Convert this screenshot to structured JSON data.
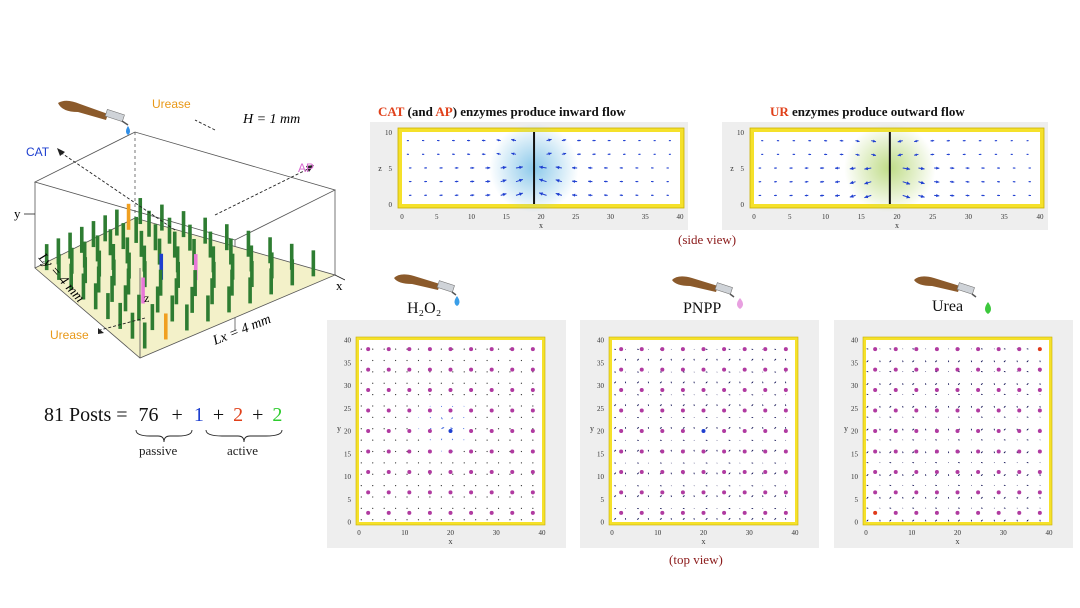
{
  "schematic": {
    "height_label": "H = 1 mm",
    "lx_label": "Lx = 4 mm",
    "ly_label": "Ly = 4 mm",
    "labels": {
      "urease_top": "Urease",
      "urease_bottom": "Urease",
      "cat": "CAT",
      "ap": "AP",
      "x_axis": "x",
      "y_axis": "y",
      "z_axis": "z"
    },
    "colors": {
      "urease": "#f0a020",
      "cat": "#1e3fcf",
      "ap": "#e878d8",
      "passive": "#2e7d32",
      "floor": "#f3f1c9"
    }
  },
  "equation": {
    "prefix": "81 Posts =",
    "passive_count": "76",
    "plus1": "+",
    "cat_count": "1",
    "plus2": "+",
    "ur_count": "2",
    "plus3": "+",
    "ap_count": "2",
    "passive_label": "passive",
    "active_label": "active"
  },
  "side_views": {
    "caption": "(side view)",
    "left": {
      "title_parts": [
        "CAT",
        " (",
        "and ",
        "AP",
        ") enzymes produce inward flow"
      ],
      "glow": "#7fc3e8"
    },
    "right": {
      "title_parts": [
        "UR",
        " enzymes produce outward flow"
      ],
      "glow": "#b8d87a"
    },
    "x_ticks": [
      "0",
      "5",
      "10",
      "15",
      "20",
      "25",
      "30",
      "35",
      "40"
    ],
    "z_ticks": [
      "0",
      "5",
      "10"
    ],
    "x_label": "x",
    "z_label": "z"
  },
  "top_views": {
    "caption": "(top view)",
    "panels": [
      {
        "label": "H₂O₂",
        "drop_color": "#3a9ee8"
      },
      {
        "label": "PNPP",
        "drop_color": "#e8a0e0"
      },
      {
        "label": "Urea",
        "drop_color": "#3cc83c"
      }
    ],
    "ticks": [
      "0",
      "5",
      "10",
      "15",
      "20",
      "25",
      "30",
      "35",
      "40"
    ],
    "x_ticks": [
      "0",
      "10",
      "20",
      "30",
      "40"
    ],
    "x_label": "x",
    "y_label": "y"
  },
  "chart_data": [
    {
      "type": "quiver",
      "view": "side",
      "enzyme": "CAT (and AP)",
      "flow": "inward",
      "xlim": [
        0,
        40
      ],
      "zlim": [
        0,
        10
      ],
      "x_ticks": [
        0,
        5,
        10,
        15,
        20,
        25,
        30,
        35,
        40
      ],
      "z_ticks": [
        0,
        5,
        10
      ],
      "active_post_x": 19
    },
    {
      "type": "quiver",
      "view": "side",
      "enzyme": "UR",
      "flow": "outward",
      "xlim": [
        0,
        40
      ],
      "zlim": [
        0,
        10
      ],
      "x_ticks": [
        0,
        5,
        10,
        15,
        20,
        25,
        30,
        35,
        40
      ],
      "z_ticks": [
        0,
        5,
        10
      ],
      "active_post_x": 19
    },
    {
      "type": "quiver",
      "view": "top",
      "substrate": "H2O2",
      "xlim": [
        0,
        40
      ],
      "ylim": [
        0,
        40
      ],
      "active_posts": [
        [
          19,
          21
        ]
      ]
    },
    {
      "type": "quiver",
      "view": "top",
      "substrate": "PNPP",
      "xlim": [
        0,
        40
      ],
      "ylim": [
        0,
        40
      ],
      "active_posts": [
        [
          19,
          21
        ]
      ]
    },
    {
      "type": "quiver",
      "view": "top",
      "substrate": "Urea",
      "xlim": [
        0,
        40
      ],
      "ylim": [
        0,
        40
      ],
      "active_posts": [
        [
          2,
          2
        ],
        [
          38,
          38
        ]
      ]
    }
  ]
}
